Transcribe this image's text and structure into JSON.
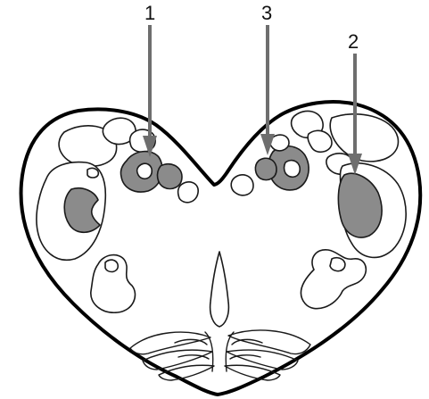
{
  "labels": {
    "arrow_1": "1",
    "arrow_2": "2",
    "arrow_3": "3"
  },
  "colors": {
    "outline": "#000000",
    "shaded_region": "#8b8b8b",
    "arrow": "#6e6e6e",
    "background": "#ffffff"
  }
}
